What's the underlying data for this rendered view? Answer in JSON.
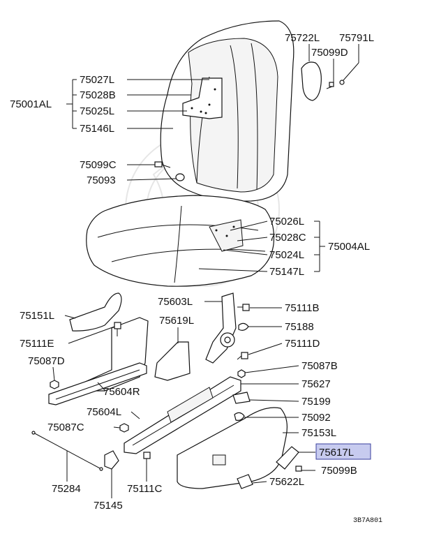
{
  "diagram": {
    "drawing_code": "3B7A801",
    "highlight_color": "#c7cbef",
    "highlight_border": "#3a3f9e",
    "parts": {
      "p75722L": "75722L",
      "p75791L": "75791L",
      "p75099D": "75099D",
      "p75027L": "75027L",
      "p75028B": "75028B",
      "p75001AL": "75001AL",
      "p75025L": "75025L",
      "p75146L": "75146L",
      "p75099C": "75099C",
      "p75093": "75093",
      "p75026L": "75026L",
      "p75028C": "75028C",
      "p75004AL": "75004AL",
      "p75024L": "75024L",
      "p75147L": "75147L",
      "p75603L": "75603L",
      "p75111B": "75111B",
      "p75151L": "75151L",
      "p75619L": "75619L",
      "p75188": "75188",
      "p75111E": "75111E",
      "p75111D": "75111D",
      "p75087D": "75087D",
      "p75087B": "75087B",
      "p75604R": "75604R",
      "p75627": "75627",
      "p75199": "75199",
      "p75604L": "75604L",
      "p75092": "75092",
      "p75087C": "75087C",
      "p75153L": "75153L",
      "p75617L": "75617L",
      "p75099B": "75099B",
      "p75284": "75284",
      "p75622L": "75622L",
      "p75145": "75145",
      "p75111C": "75111C"
    }
  }
}
